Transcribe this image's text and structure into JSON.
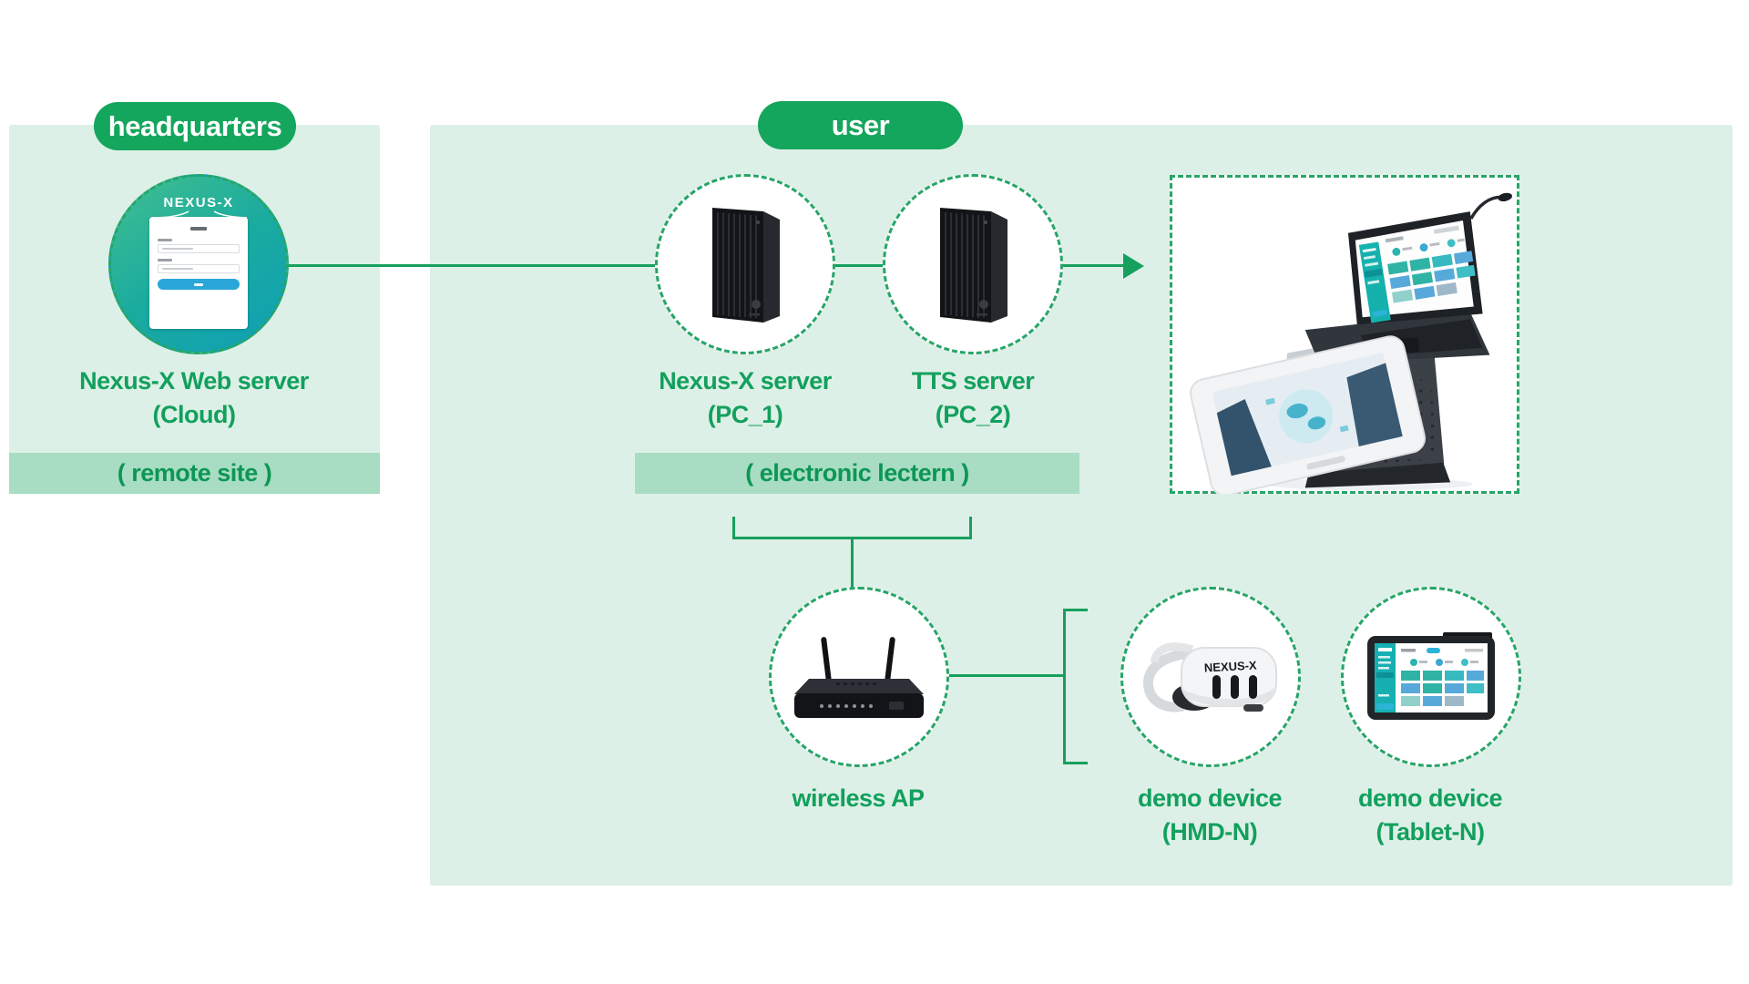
{
  "diagram": {
    "headquarters": {
      "badge": "headquarters",
      "server_label_line1": "Nexus-X Web server",
      "server_label_line2": "(Cloud)",
      "banner": "( remote site )",
      "login_logo": "NEXUS-X"
    },
    "user": {
      "badge": "user",
      "pc1_label_line1": "Nexus-X server",
      "pc1_label_line2": "(PC_1)",
      "pc2_label_line1": "TTS server",
      "pc2_label_line2": "(PC_2)",
      "banner": "( electronic lectern )",
      "ap_label": "wireless AP",
      "hmd_label_line1": "demo device",
      "hmd_label_line2": "(HMD-N)",
      "hmd_logo": "NEXUS-X",
      "tablet_label_line1": "demo device",
      "tablet_label_line2": "(Tablet-N)"
    },
    "colors": {
      "badge_green": "#14a65c",
      "label_green": "#12a05d",
      "panel_green": "#ddf0e7",
      "banner_green": "#a8ddc3",
      "banner_text": "#0d9655",
      "line_green": "#16a05e",
      "dash_green": "#27a568",
      "login_button_blue": "#2aa7d8"
    }
  }
}
